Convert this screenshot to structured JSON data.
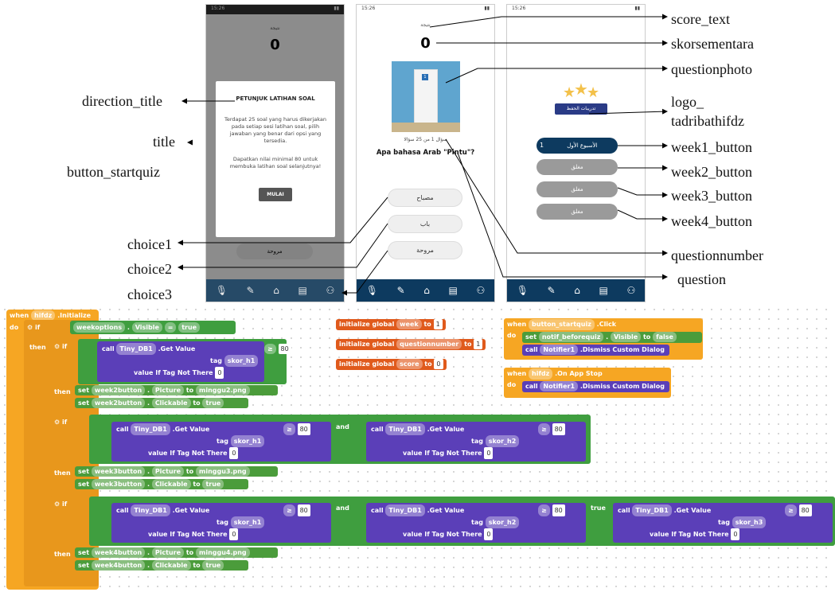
{
  "phone1": {
    "status_time": "15:26",
    "score_label": "نتيجة",
    "score_value": "0",
    "dialog_title": "PETUNJUK LATIHAN SOAL",
    "dialog_text1": "Terdapat 25 soal yang harus dikerjakan pada setiap sesi latihan soal, pilih jawaban yang benar dari opsi yang tersedia.",
    "dialog_text2": "Dapatkan nilai minimal 80 untuk membuka latihan soal selanjutnya!",
    "start_button": "MULAI",
    "bottom_choice": "مروحة"
  },
  "phone2": {
    "status_time": "15:26",
    "score_label": "نتيجة",
    "score_value": "0",
    "question_number": "سؤال 1 من 25 سؤالا",
    "question": "Apa bahasa Arab \"Pintu\"?",
    "choice1": "مصباح",
    "choice2": "باب",
    "choice3": "مروحة"
  },
  "phone3": {
    "status_time": "15:26",
    "logo_text": "تدريبات الحفظ",
    "week1_num": "1",
    "week1_label": "الأسبوع الأول",
    "week_locked": "مغلق"
  },
  "labels": {
    "direction_title": "direction_title",
    "title": "title",
    "button_startquiz": "button_startquiz",
    "choice1": "choice1",
    "choice2": "choice2",
    "choice3": "choice3",
    "score_text": "score_text",
    "skorsementara": "skorsementara",
    "questionphoto": "questionphoto",
    "logo_line1": "logo_",
    "logo_line2": "tadribathifdz",
    "week1_button": "week1_button",
    "week2_button": "week2_button",
    "week3_button": "week3_button",
    "week4_button": "week4_button",
    "questionnumber": "questionnumber",
    "question": "question"
  },
  "blocks": {
    "when": "when",
    "hifdz": "hifdz",
    "initialize": ".Initialize",
    "do": "do",
    "if": "if",
    "then": "then",
    "and": "and",
    "true": "true",
    "call": "call",
    "set": "set",
    "to": "to",
    "weekoptions": "weekoptions",
    "visible": "Visible",
    "eq": "=",
    "true_val": "true",
    "false_val": "false",
    "tinydb": "Tiny_DB1",
    "getvalue": ".Get Value",
    "tag": "tag",
    "notthere": "value If Tag Not There",
    "zero": "0",
    "gte": "≥",
    "eighty": "80",
    "skor_h1": "skor_h1",
    "skor_h2": "skor_h2",
    "skor_h3": "skor_h3",
    "week2button": "week2button",
    "week3button": "week3button",
    "week4button": "week4button",
    "picture": "Picture",
    "clickable": "Clickable",
    "minggu2": "minggu2.png",
    "minggu3": "minggu3.png",
    "minggu4": "minggu4.png",
    "init_global": "initialize global",
    "week": "week",
    "questionnumber": "questionnumber",
    "score": "score",
    "one": "1",
    "button_startquiz": "button_startquiz",
    "click": ".Click",
    "notif": "notif_beforequiz",
    "notifier": "Notifier1",
    "dismiss": ".Dismiss Custom Dialog",
    "appstop": ".On App Stop"
  }
}
